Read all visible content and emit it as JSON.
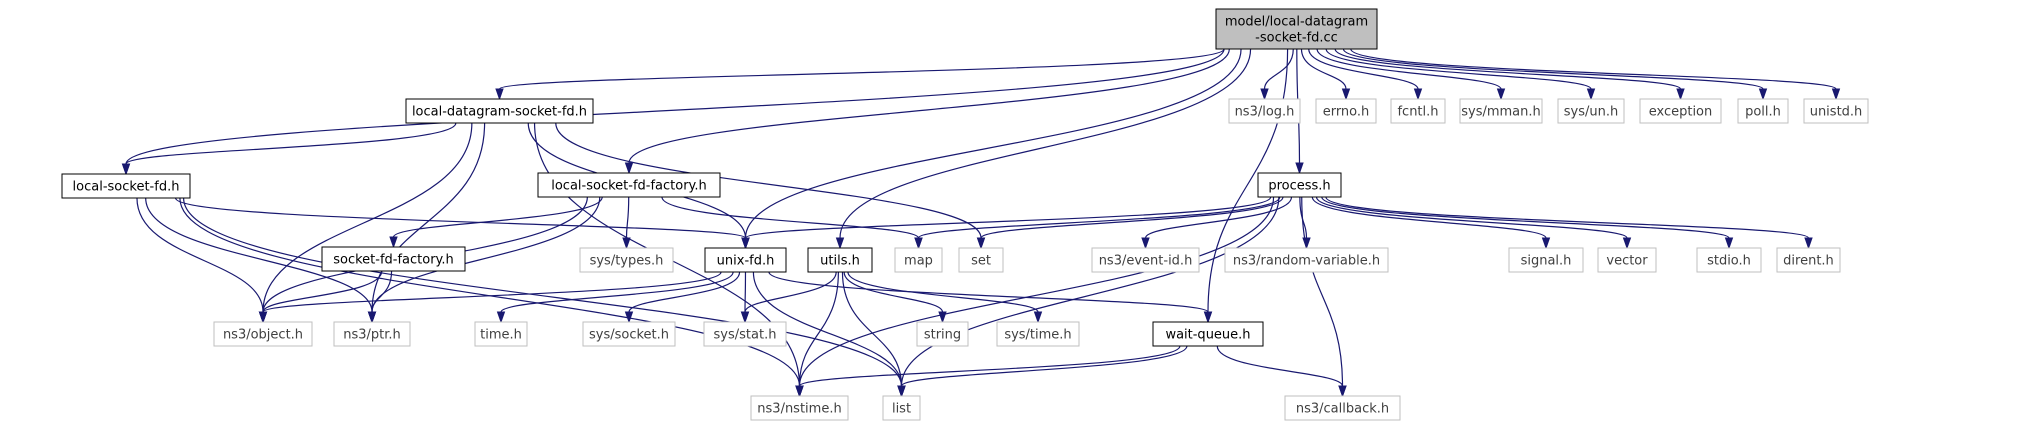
{
  "diagram": {
    "nodes": [
      {
        "id": "root",
        "label": [
          "model/local-datagram",
          "-socket-fd.cc"
        ],
        "kind": "root"
      },
      {
        "id": "ldsf",
        "label": [
          "local-datagram-socket-fd.h"
        ],
        "kind": "doc"
      },
      {
        "id": "lsf",
        "label": [
          "local-socket-fd.h"
        ],
        "kind": "doc"
      },
      {
        "id": "lsff",
        "label": [
          "local-socket-fd-factory.h"
        ],
        "kind": "doc"
      },
      {
        "id": "sff",
        "label": [
          "socket-fd-factory.h"
        ],
        "kind": "doc"
      },
      {
        "id": "unixfd",
        "label": [
          "unix-fd.h"
        ],
        "kind": "doc"
      },
      {
        "id": "utils",
        "label": [
          "utils.h"
        ],
        "kind": "doc"
      },
      {
        "id": "process",
        "label": [
          "process.h"
        ],
        "kind": "doc"
      },
      {
        "id": "waitq",
        "label": [
          "wait-queue.h"
        ],
        "kind": "doc"
      },
      {
        "id": "ns3log",
        "label": [
          "ns3/log.h"
        ],
        "kind": "sys"
      },
      {
        "id": "errno",
        "label": [
          "errno.h"
        ],
        "kind": "sys"
      },
      {
        "id": "fcntl",
        "label": [
          "fcntl.h"
        ],
        "kind": "sys"
      },
      {
        "id": "mman",
        "label": [
          "sys/mman.h"
        ],
        "kind": "sys"
      },
      {
        "id": "sysun",
        "label": [
          "sys/un.h"
        ],
        "kind": "sys"
      },
      {
        "id": "exception",
        "label": [
          "exception"
        ],
        "kind": "sys"
      },
      {
        "id": "poll",
        "label": [
          "poll.h"
        ],
        "kind": "sys"
      },
      {
        "id": "unistd",
        "label": [
          "unistd.h"
        ],
        "kind": "sys"
      },
      {
        "id": "systypes",
        "label": [
          "sys/types.h"
        ],
        "kind": "sys"
      },
      {
        "id": "map",
        "label": [
          "map"
        ],
        "kind": "sys"
      },
      {
        "id": "set",
        "label": [
          "set"
        ],
        "kind": "sys"
      },
      {
        "id": "eventid",
        "label": [
          "ns3/event-id.h"
        ],
        "kind": "sys"
      },
      {
        "id": "randvar",
        "label": [
          "ns3/random-variable.h"
        ],
        "kind": "sys"
      },
      {
        "id": "signal",
        "label": [
          "signal.h"
        ],
        "kind": "sys"
      },
      {
        "id": "vector",
        "label": [
          "vector"
        ],
        "kind": "sys"
      },
      {
        "id": "stdio",
        "label": [
          "stdio.h"
        ],
        "kind": "sys"
      },
      {
        "id": "dirent",
        "label": [
          "dirent.h"
        ],
        "kind": "sys"
      },
      {
        "id": "object",
        "label": [
          "ns3/object.h"
        ],
        "kind": "sys"
      },
      {
        "id": "ptr",
        "label": [
          "ns3/ptr.h"
        ],
        "kind": "sys"
      },
      {
        "id": "timeh",
        "label": [
          "time.h"
        ],
        "kind": "sys"
      },
      {
        "id": "syssocket",
        "label": [
          "sys/socket.h"
        ],
        "kind": "sys"
      },
      {
        "id": "sysstat",
        "label": [
          "sys/stat.h"
        ],
        "kind": "sys"
      },
      {
        "id": "string",
        "label": [
          "string"
        ],
        "kind": "sys"
      },
      {
        "id": "systime",
        "label": [
          "sys/time.h"
        ],
        "kind": "sys"
      },
      {
        "id": "nstime",
        "label": [
          "ns3/nstime.h"
        ],
        "kind": "sys"
      },
      {
        "id": "list",
        "label": [
          "list"
        ],
        "kind": "sys"
      },
      {
        "id": "callback",
        "label": [
          "ns3/callback.h"
        ],
        "kind": "sys"
      }
    ],
    "edges": [
      [
        "root",
        "ldsf"
      ],
      [
        "root",
        "lsf"
      ],
      [
        "root",
        "lsff"
      ],
      [
        "root",
        "unixfd"
      ],
      [
        "root",
        "utils"
      ],
      [
        "root",
        "process"
      ],
      [
        "root",
        "waitq"
      ],
      [
        "root",
        "ns3log"
      ],
      [
        "root",
        "errno"
      ],
      [
        "root",
        "fcntl"
      ],
      [
        "root",
        "mman"
      ],
      [
        "root",
        "sysun"
      ],
      [
        "root",
        "exception"
      ],
      [
        "root",
        "poll"
      ],
      [
        "root",
        "unistd"
      ],
      [
        "ldsf",
        "lsf"
      ],
      [
        "ldsf",
        "unixfd"
      ],
      [
        "ldsf",
        "object"
      ],
      [
        "ldsf",
        "ptr"
      ],
      [
        "ldsf",
        "set"
      ],
      [
        "ldsf",
        "nstime"
      ],
      [
        "lsf",
        "unixfd"
      ],
      [
        "lsf",
        "object"
      ],
      [
        "lsf",
        "ptr"
      ],
      [
        "lsf",
        "nstime"
      ],
      [
        "lsf",
        "list"
      ],
      [
        "lsff",
        "sff"
      ],
      [
        "lsff",
        "object"
      ],
      [
        "lsff",
        "ptr"
      ],
      [
        "lsff",
        "systypes"
      ],
      [
        "lsff",
        "map"
      ],
      [
        "sff",
        "object"
      ],
      [
        "sff",
        "ptr"
      ],
      [
        "unixfd",
        "object"
      ],
      [
        "unixfd",
        "timeh"
      ],
      [
        "unixfd",
        "syssocket"
      ],
      [
        "unixfd",
        "sysstat"
      ],
      [
        "unixfd",
        "waitq"
      ],
      [
        "unixfd",
        "list"
      ],
      [
        "utils",
        "sysstat"
      ],
      [
        "utils",
        "string"
      ],
      [
        "utils",
        "systime"
      ],
      [
        "utils",
        "nstime"
      ],
      [
        "utils",
        "list"
      ],
      [
        "process",
        "unixfd"
      ],
      [
        "process",
        "map"
      ],
      [
        "process",
        "set"
      ],
      [
        "process",
        "eventid"
      ],
      [
        "process",
        "randvar"
      ],
      [
        "process",
        "signal"
      ],
      [
        "process",
        "vector"
      ],
      [
        "process",
        "stdio"
      ],
      [
        "process",
        "dirent"
      ],
      [
        "process",
        "nstime"
      ],
      [
        "process",
        "list"
      ],
      [
        "process",
        "callback"
      ],
      [
        "waitq",
        "nstime"
      ],
      [
        "waitq",
        "list"
      ],
      [
        "waitq",
        "callback"
      ]
    ]
  }
}
